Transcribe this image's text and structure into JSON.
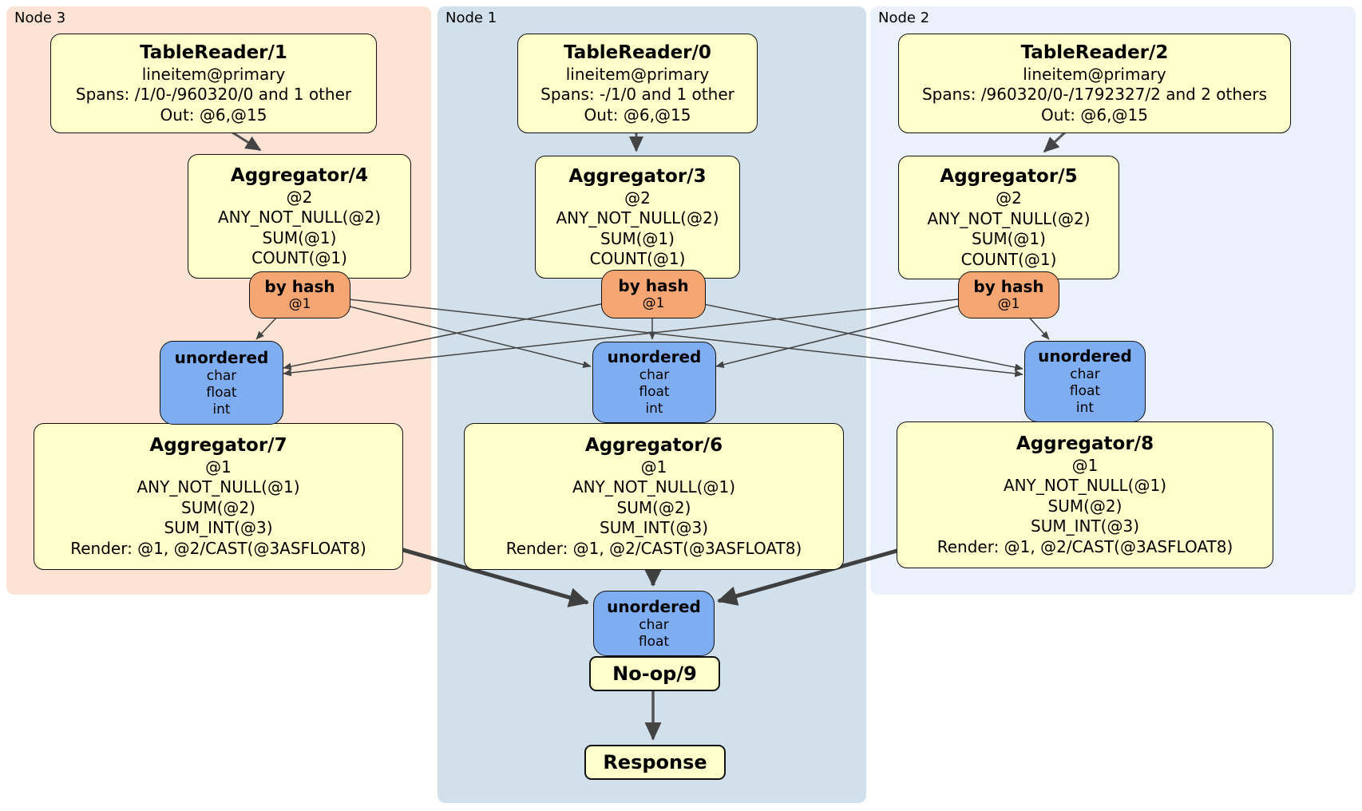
{
  "colors": {
    "node3_bg": "#fce3d4",
    "node1_bg": "#d1e0ea",
    "node2_bg": "#eaf1fb",
    "processor_fill": "#ffffcc",
    "router_fill": "#f5a673",
    "sync_fill": "#7fadf2",
    "edge_color": "#444444"
  },
  "node3": {
    "label": "Node 3",
    "table_reader": {
      "title": "TableReader/1",
      "lines": [
        "lineitem@primary",
        "Spans: /1/0-/960320/0 and 1 other",
        "Out: @6,@15"
      ]
    },
    "aggregator_top": {
      "title": "Aggregator/4",
      "lines": [
        "@2",
        "ANY_NOT_NULL(@2)",
        "SUM(@1)",
        "COUNT(@1)"
      ]
    },
    "router": {
      "title": "by hash",
      "subtitle": "@1"
    },
    "sync": {
      "title": "unordered",
      "lines": [
        "char",
        "float",
        "int"
      ]
    },
    "aggregator_bottom": {
      "title": "Aggregator/7",
      "lines": [
        "@1",
        "ANY_NOT_NULL(@1)",
        "SUM(@2)",
        "SUM_INT(@3)",
        "Render: @1, @2/CAST(@3ASFLOAT8)"
      ]
    }
  },
  "node1": {
    "label": "Node 1",
    "table_reader": {
      "title": "TableReader/0",
      "lines": [
        "lineitem@primary",
        "Spans: -/1/0 and 1 other",
        "Out: @6,@15"
      ]
    },
    "aggregator_top": {
      "title": "Aggregator/3",
      "lines": [
        "@2",
        "ANY_NOT_NULL(@2)",
        "SUM(@1)",
        "COUNT(@1)"
      ]
    },
    "router": {
      "title": "by hash",
      "subtitle": "@1"
    },
    "sync": {
      "title": "unordered",
      "lines": [
        "char",
        "float",
        "int"
      ]
    },
    "aggregator_bottom": {
      "title": "Aggregator/6",
      "lines": [
        "@1",
        "ANY_NOT_NULL(@1)",
        "SUM(@2)",
        "SUM_INT(@3)",
        "Render: @1, @2/CAST(@3ASFLOAT8)"
      ]
    }
  },
  "node2": {
    "label": "Node 2",
    "table_reader": {
      "title": "TableReader/2",
      "lines": [
        "lineitem@primary",
        "Spans: /960320/0-/1792327/2 and 2 others",
        "Out: @6,@15"
      ]
    },
    "aggregator_top": {
      "title": "Aggregator/5",
      "lines": [
        "@2",
        "ANY_NOT_NULL(@2)",
        "SUM(@1)",
        "COUNT(@1)"
      ]
    },
    "router": {
      "title": "by hash",
      "subtitle": "@1"
    },
    "sync": {
      "title": "unordered",
      "lines": [
        "char",
        "float",
        "int"
      ]
    },
    "aggregator_bottom": {
      "title": "Aggregator/8",
      "lines": [
        "@1",
        "ANY_NOT_NULL(@1)",
        "SUM(@2)",
        "SUM_INT(@3)",
        "Render: @1, @2/CAST(@3ASFLOAT8)"
      ]
    }
  },
  "output": {
    "sync": {
      "title": "unordered",
      "lines": [
        "char",
        "float"
      ]
    },
    "noop_title": "No-op/9",
    "response_title": "Response"
  }
}
